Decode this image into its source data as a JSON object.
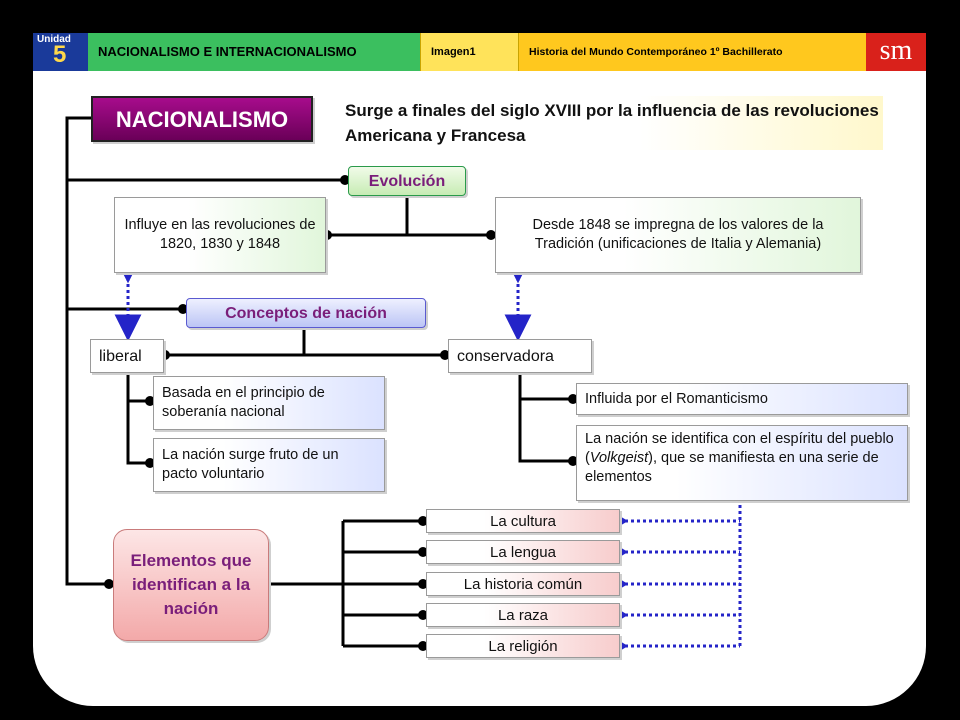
{
  "header": {
    "unit_label": "Unidad",
    "unit_number": "5",
    "title": "NACIONALISMO E INTERNACIONALISMO",
    "image_label": "Imagen1",
    "subject": "Historia del Mundo Contemporáneo 1º Bachillerato",
    "logo": "sm"
  },
  "main": {
    "title": "NACIONALISMO",
    "intro": "Surge a finales del siglo XVIII por la influencia de las revoluciones Americana y Francesa",
    "evolucion": {
      "label": "Evolución",
      "left": "Influye en las revoluciones de 1820, 1830 y 1848",
      "right": "Desde 1848 se impregna de los valores de la Tradición (unificaciones de Italia y Alemania)"
    },
    "conceptos": {
      "label": "Conceptos de nación",
      "liberal": {
        "label": "liberal",
        "items": [
          "Basada en el principio de soberanía nacional",
          "La nación surge fruto de un pacto voluntario"
        ]
      },
      "conservadora": {
        "label": "conservadora",
        "item1": "Influida por el Romanticismo",
        "item2_pre": "La nación se identifica con el espíritu del pueblo (",
        "item2_em": "Volkgeist",
        "item2_post": "), que se manifiesta en una serie de elementos"
      }
    },
    "elementos": {
      "label": "Elementos que identifican a la nación",
      "items": [
        "La cultura",
        "La lengua",
        "La historia común",
        "La raza",
        "La religión"
      ]
    }
  },
  "colors": {
    "title_bg": "#8a0a74",
    "dashed_arrow": "#2424c8",
    "connector": "#000000"
  }
}
